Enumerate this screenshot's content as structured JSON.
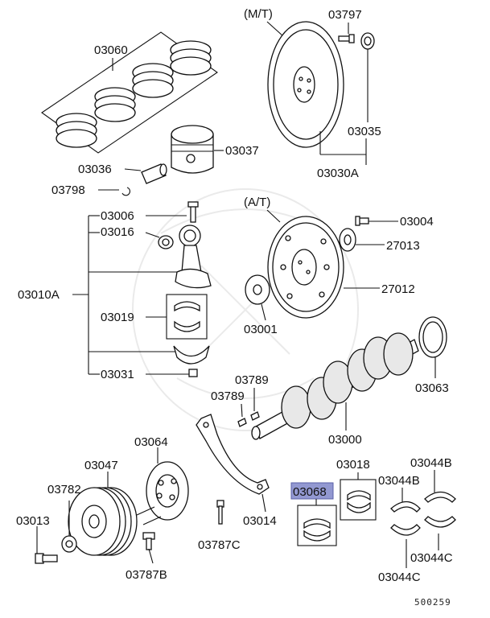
{
  "diagram": {
    "labels": {
      "mt": "(M/T)",
      "at": "(A/T)",
      "p03060": "03060",
      "p03797": "03797",
      "p03035": "03035",
      "p03030A": "03030A",
      "p03037": "03037",
      "p03036": "03036",
      "p03798": "03798",
      "p03006": "03006",
      "p03016": "03016",
      "p03004": "03004",
      "p27013": "27013",
      "p03010A": "03010A",
      "p27012": "27012",
      "p03019": "03019",
      "p03001": "03001",
      "p03063": "03063",
      "p03031": "03031",
      "p03789a": "03789",
      "p03789b": "03789",
      "p03000": "03000",
      "p03064": "03064",
      "p03018": "03018",
      "p03044B_a": "03044B",
      "p03047": "03047",
      "p03044B_b": "03044B",
      "p03782": "03782",
      "p03068": "03068",
      "p03013": "03013",
      "p03014": "03014",
      "p03787C": "03787C",
      "p03044C_a": "03044C",
      "p03787B": "03787B",
      "p03044C_b": "03044C",
      "ref": "500259"
    },
    "highlight_color": "#7f86c9"
  }
}
